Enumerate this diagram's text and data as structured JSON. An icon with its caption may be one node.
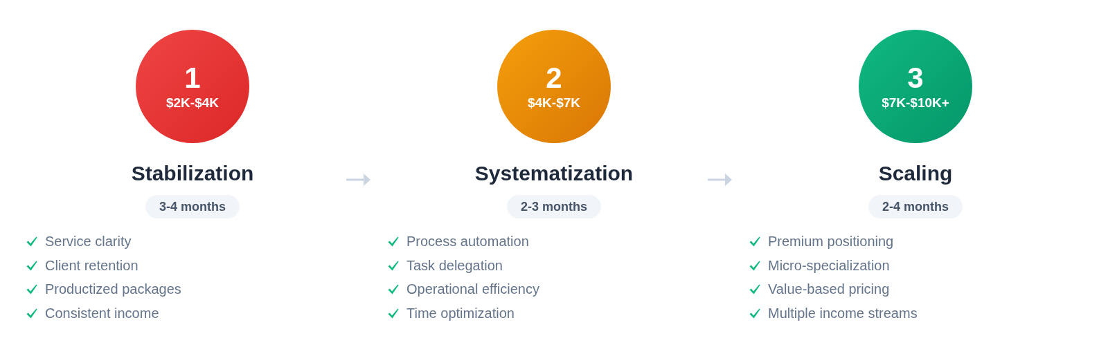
{
  "diagram": {
    "nodes": [
      {
        "text": [
          "1",
          "$2K-$4K"
        ]
      },
      {
        "text": [
          "Stabilization"
        ]
      },
      {
        "text": [
          "3-4 months"
        ]
      },
      {
        "text": [
          "2",
          "$4K-$7K"
        ]
      },
      {
        "text": [
          "Systematization"
        ]
      },
      {
        "text": [
          "2-3 months"
        ]
      },
      {
        "text": [
          "3",
          "$7K-$10K+"
        ]
      },
      {
        "text": [
          "Scaling"
        ]
      },
      {
        "text": [
          "2-4 months"
        ]
      }
    ],
    "labels": [
      "Service clarity",
      "Client retention",
      "Productized packages",
      "Consistent income",
      "Process automation",
      "Task delegation",
      "Operational efficiency",
      "Time optimization",
      "Premium positioning",
      "Micro-specialization",
      "Value-based pricing",
      "Multiple income streams"
    ]
  }
}
